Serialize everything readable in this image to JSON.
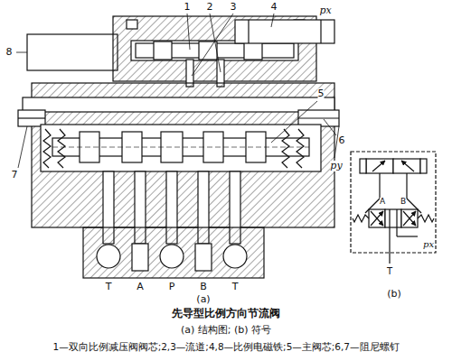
{
  "diagram": {
    "title": "先导型比例方向节流阀",
    "caption": "(a) 结构图; (b) 符号",
    "labels": [
      "1",
      "2",
      "3",
      "4",
      "px",
      "5",
      "6",
      "7",
      "8",
      "py",
      "T",
      "A",
      "P",
      "B",
      "T",
      "(a)",
      "A",
      "B",
      "T",
      "px",
      "(b)",
      "1—双向比例减压阀阀芯;2,3—流道;4,8—比例电磁铁;5—主阀芯;6,7—阻尼螺钉"
    ]
  }
}
